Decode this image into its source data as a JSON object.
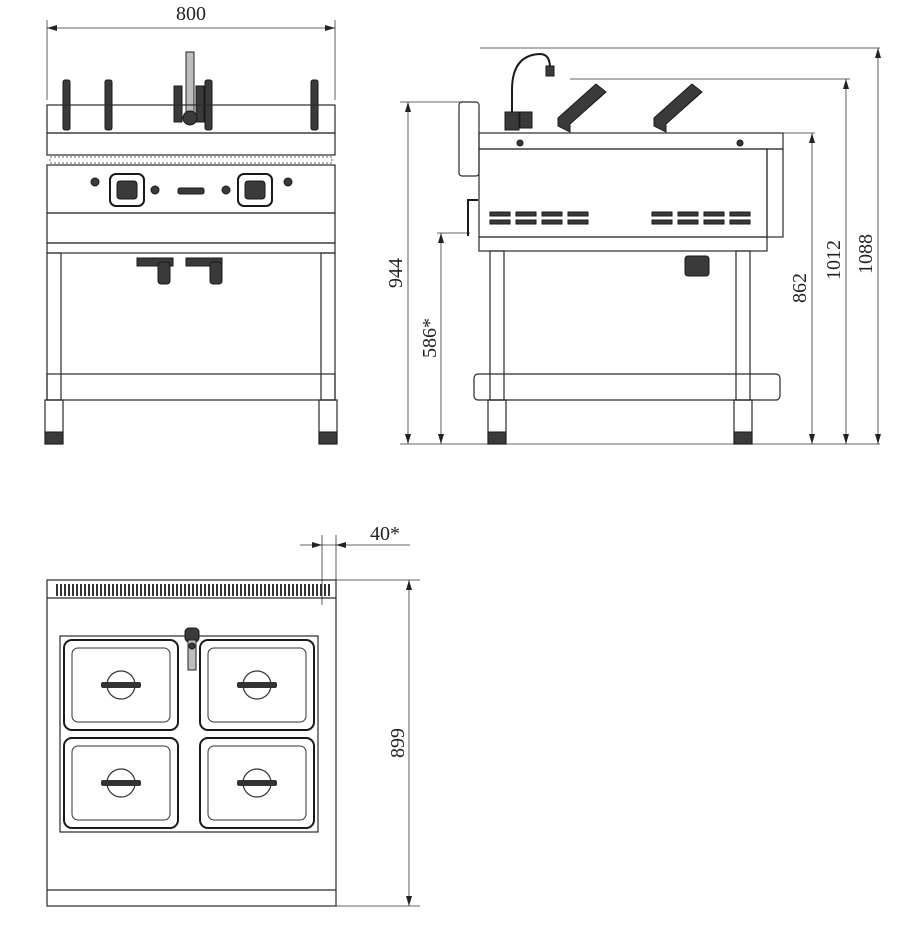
{
  "dimensions": {
    "front_width": "800",
    "side_height_total": "944",
    "side_leg_height": "586*",
    "side_worktop_height": "862",
    "side_faucet_height": "1012",
    "side_basket_height": "1088",
    "top_offset": "40*",
    "top_depth": "899"
  },
  "colors": {
    "line": "#2a2a2a",
    "background": "#ffffff",
    "fill_dark": "#3a3a3a"
  },
  "icons": [
    "faucet-icon",
    "basket-handle-icon",
    "control-knob-icon",
    "drain-valve-icon",
    "gastronorm-lid-icon"
  ]
}
